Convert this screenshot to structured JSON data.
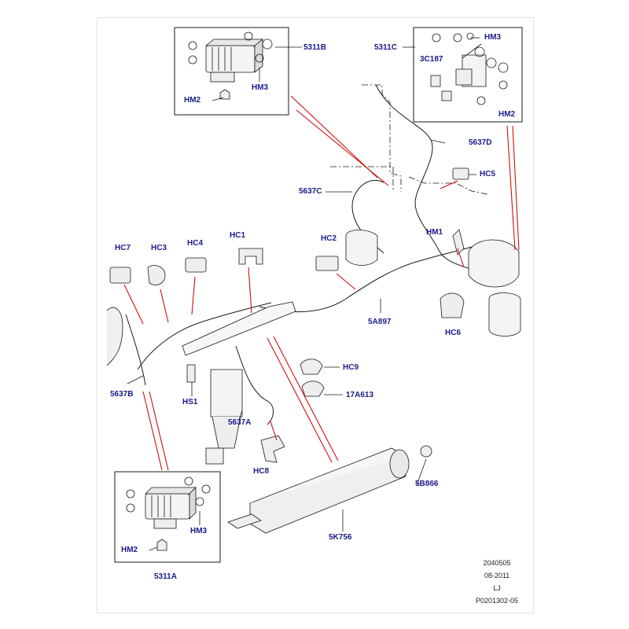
{
  "labels": {
    "p5311B": "5311B",
    "hm2_top": "HM2",
    "hm3_top": "HM3",
    "p5311C": "5311C",
    "hm3_c": "HM3",
    "p3C187": "3C187",
    "hm2_c": "HM2",
    "p5637D": "5637D",
    "p5637C": "5637C",
    "hc5": "HC5",
    "hm1": "HM1",
    "hc7": "HC7",
    "hc3": "HC3",
    "hc4": "HC4",
    "hc1": "HC1",
    "hc2": "HC2",
    "p5A897": "5A897",
    "hc6": "HC6",
    "hc9": "HC9",
    "p17A613": "17A613",
    "p5637B": "5637B",
    "hs1": "HS1",
    "p5637A": "5637A",
    "hc8": "HC8",
    "p5B866": "5B866",
    "p5K756": "5K756",
    "hm2_a": "HM2",
    "hm3_a": "HM3",
    "p5311A": "5311A"
  },
  "footer": {
    "line1": "2040505",
    "line2": "08-2011",
    "line3": "LJ",
    "line4": "P0201302-05"
  },
  "colors": {
    "label": "#1a1a8c",
    "leader": "#cc1111",
    "line": "#1a1a1a"
  }
}
